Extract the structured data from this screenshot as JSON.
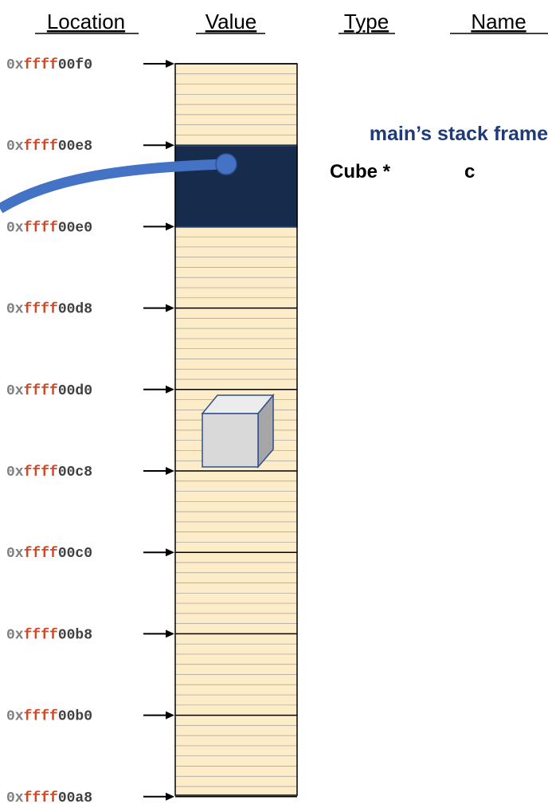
{
  "headers": {
    "location": "Location",
    "value": "Value",
    "type": "Type",
    "name": "Name"
  },
  "addresses": [
    {
      "prefix": "0x",
      "high": "ffff",
      "low": "00f0"
    },
    {
      "prefix": "0x",
      "high": "ffff",
      "low": "00e8"
    },
    {
      "prefix": "0x",
      "high": "ffff",
      "low": "00e0"
    },
    {
      "prefix": "0x",
      "high": "ffff",
      "low": "00d8"
    },
    {
      "prefix": "0x",
      "high": "ffff",
      "low": "00d0"
    },
    {
      "prefix": "0x",
      "high": "ffff",
      "low": "00c8"
    },
    {
      "prefix": "0x",
      "high": "ffff",
      "low": "00c0"
    },
    {
      "prefix": "0x",
      "high": "ffff",
      "low": "00b8"
    },
    {
      "prefix": "0x",
      "high": "ffff",
      "low": "00b0"
    },
    {
      "prefix": "0x",
      "high": "ffff",
      "low": "00a8"
    }
  ],
  "stack_frame": {
    "label": "main’s stack frame",
    "variable_type": "Cube *",
    "variable_name": "c"
  },
  "icons": {
    "cube": "cube-icon",
    "pointer": "pointer-dot-icon"
  },
  "colors": {
    "memory_fill": "#fdecc8",
    "memory_line": "#9e9e9e",
    "frame_fill": "#172b4d",
    "frame_label": "#1f3a78",
    "pointer": "#4472c4",
    "address_prefix": "#7f7f7f",
    "address_high": "#d24726",
    "address_low": "#404040"
  }
}
